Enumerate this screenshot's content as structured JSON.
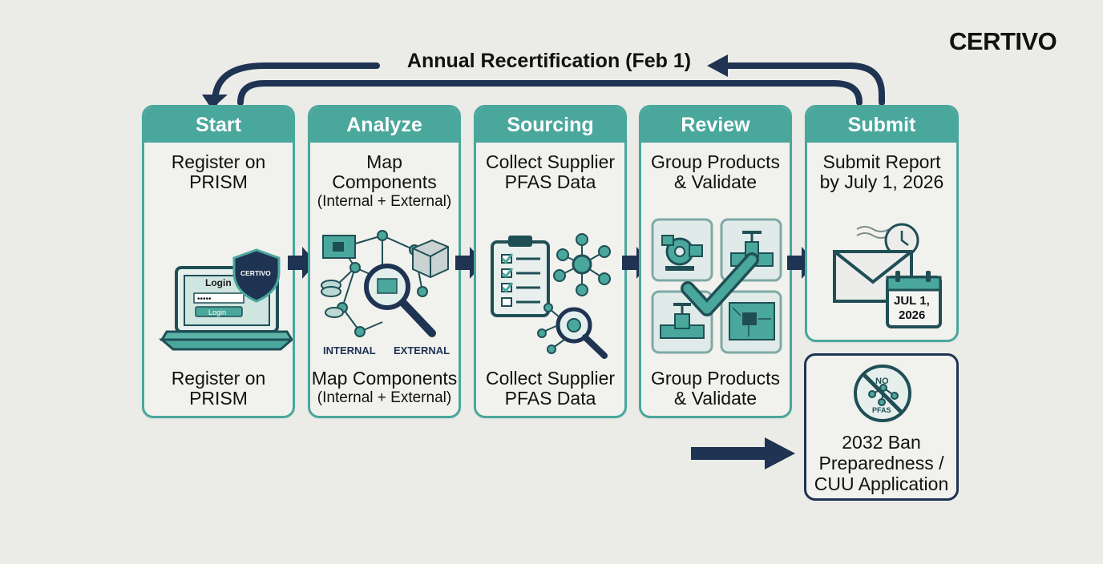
{
  "brand": {
    "logo": "CERTIVO"
  },
  "loop": {
    "label": "Annual Recertification (Feb 1)"
  },
  "steps": [
    {
      "header": "Start",
      "top_line1": "Register on",
      "top_line2": "PRISM",
      "bottom_line1": "Register on",
      "bottom_line2": "PRISM"
    },
    {
      "header": "Analyze",
      "top_line1": "Map",
      "top_line2": "Components",
      "top_sub": "(Internal + External)",
      "bottom_line1": "Map Components",
      "bottom_sub": "(Internal + External)"
    },
    {
      "header": "Sourcing",
      "top_line1": "Collect Supplier",
      "top_line2": "PFAS Data",
      "bottom_line1": "Collect Supplier",
      "bottom_line2": "PFAS Data"
    },
    {
      "header": "Review",
      "top_line1": "Group Products",
      "top_line2": "& Validate",
      "bottom_line1": "Group Products",
      "bottom_line2": "& Validate"
    },
    {
      "header": "Submit",
      "top_line1": "Submit Report",
      "top_line2": "by July 1, 2026"
    }
  ],
  "icons": {
    "start": {
      "name": "laptop-login-icon",
      "shield_text": "CERTIVO",
      "login_title": "Login",
      "login_button": "Login",
      "password_mask": "•••••"
    },
    "analyze": {
      "name": "component-map-icon",
      "label_internal": "INTERNAL",
      "label_external": "EXTERNAL"
    },
    "sourcing": {
      "name": "supplier-data-icon"
    },
    "review": {
      "name": "validate-products-icon"
    },
    "submit": {
      "name": "mail-calendar-icon",
      "calendar_line1": "JUL 1,",
      "calendar_line2": "2026"
    },
    "ban": {
      "name": "no-pfas-icon",
      "badge_top": "NO",
      "badge_bottom": "PFAS"
    }
  },
  "ban": {
    "line1": "2032 Ban",
    "line2": "Preparedness /",
    "line3": "CUU Application"
  },
  "colors": {
    "teal": "#4aa79c",
    "navy": "#1f3352",
    "background": "#ebebe7",
    "card": "#f1f1ee"
  }
}
